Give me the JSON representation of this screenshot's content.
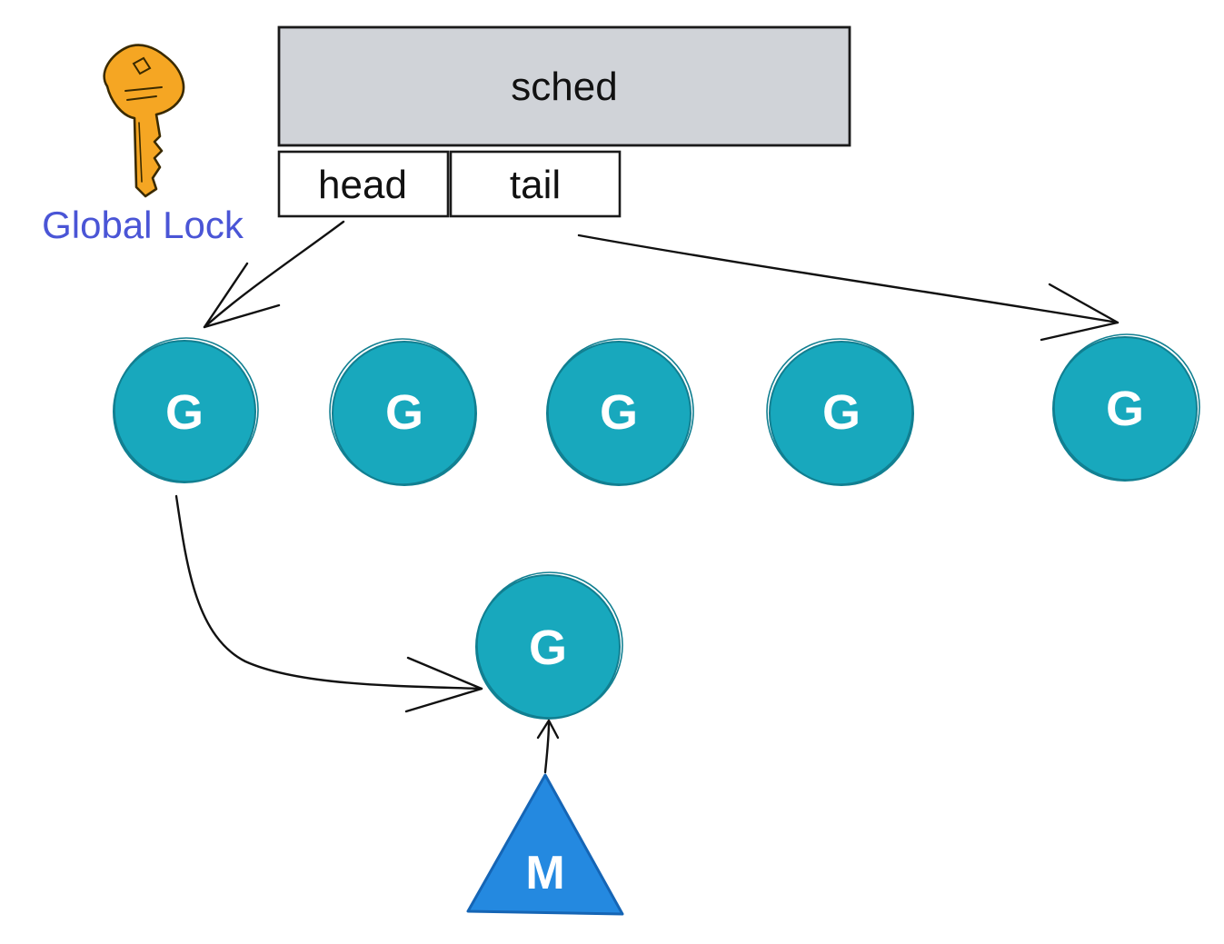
{
  "colors": {
    "sched_fill": "#d0d3d8",
    "box_stroke": "#1a1a1a",
    "goroutine_fill": "#18a8bd",
    "goroutine_stroke": "#117f91",
    "machine_fill": "#2489e0",
    "machine_stroke": "#1565b5",
    "lock_label": "#4a55d6",
    "key_fill": "#f5a623",
    "key_stroke": "#3a2a00"
  },
  "sched": {
    "label": "sched",
    "head_label": "head",
    "tail_label": "tail"
  },
  "global_lock": {
    "label": "Global Lock",
    "icon": "key-icon"
  },
  "queue": {
    "goroutines": [
      {
        "label": "G"
      },
      {
        "label": "G"
      },
      {
        "label": "G"
      },
      {
        "label": "G"
      },
      {
        "label": "G"
      }
    ]
  },
  "running": {
    "goroutine_label": "G",
    "machine_label": "M"
  }
}
